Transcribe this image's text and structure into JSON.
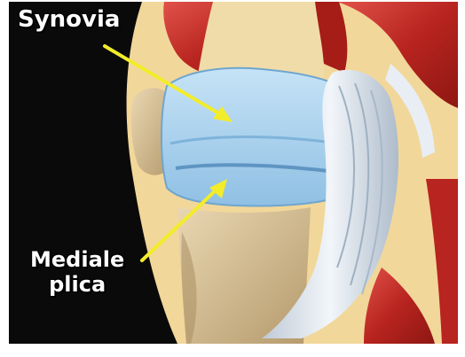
{
  "labels": {
    "synovia": "Synovia",
    "plica_line1": "Mediale",
    "plica_line2": "plica"
  },
  "colors": {
    "background": "#0b0a0a",
    "muscle": "#c8322b",
    "tendon": "#dfe6ee",
    "synovia": "#a9d1ee",
    "bone": "#d8c19a",
    "skin": "#f2d79a",
    "arrow": "#f3ec2a"
  }
}
